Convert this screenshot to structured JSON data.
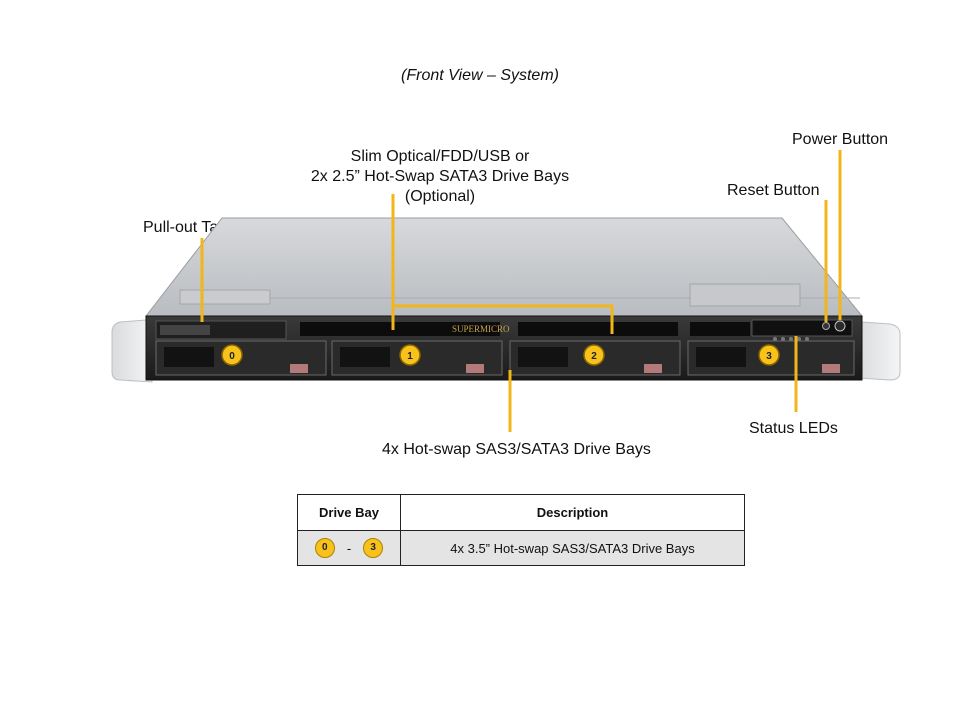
{
  "caption": "(Front View – System)",
  "labels": {
    "slim_line1": "Slim Optical/FDD/USB or",
    "slim_line2": "2x 2.5” Hot-Swap SATA3 Drive Bays",
    "slim_line3": "(Optional)",
    "pull_out_tag": "Pull-out Tag",
    "power_button": "Power Button",
    "reset_button": "Reset Button",
    "status_leds": "Status LEDs",
    "drive_bays": "4x Hot-swap SAS3/SATA3 Drive Bays"
  },
  "brand": "SUPERMICRO",
  "bay_badges": [
    "0",
    "1",
    "2",
    "3"
  ],
  "table": {
    "headers": [
      "Drive Bay",
      "Description"
    ],
    "row": {
      "from": "0",
      "sep": "-",
      "to": "3",
      "description": "4x 3.5” Hot-swap SAS3/SATA3 Drive  Bays"
    }
  },
  "colors": {
    "leader": "#f2b51a",
    "badge": "#f6c21b",
    "table_row": "#e4e4e4"
  }
}
